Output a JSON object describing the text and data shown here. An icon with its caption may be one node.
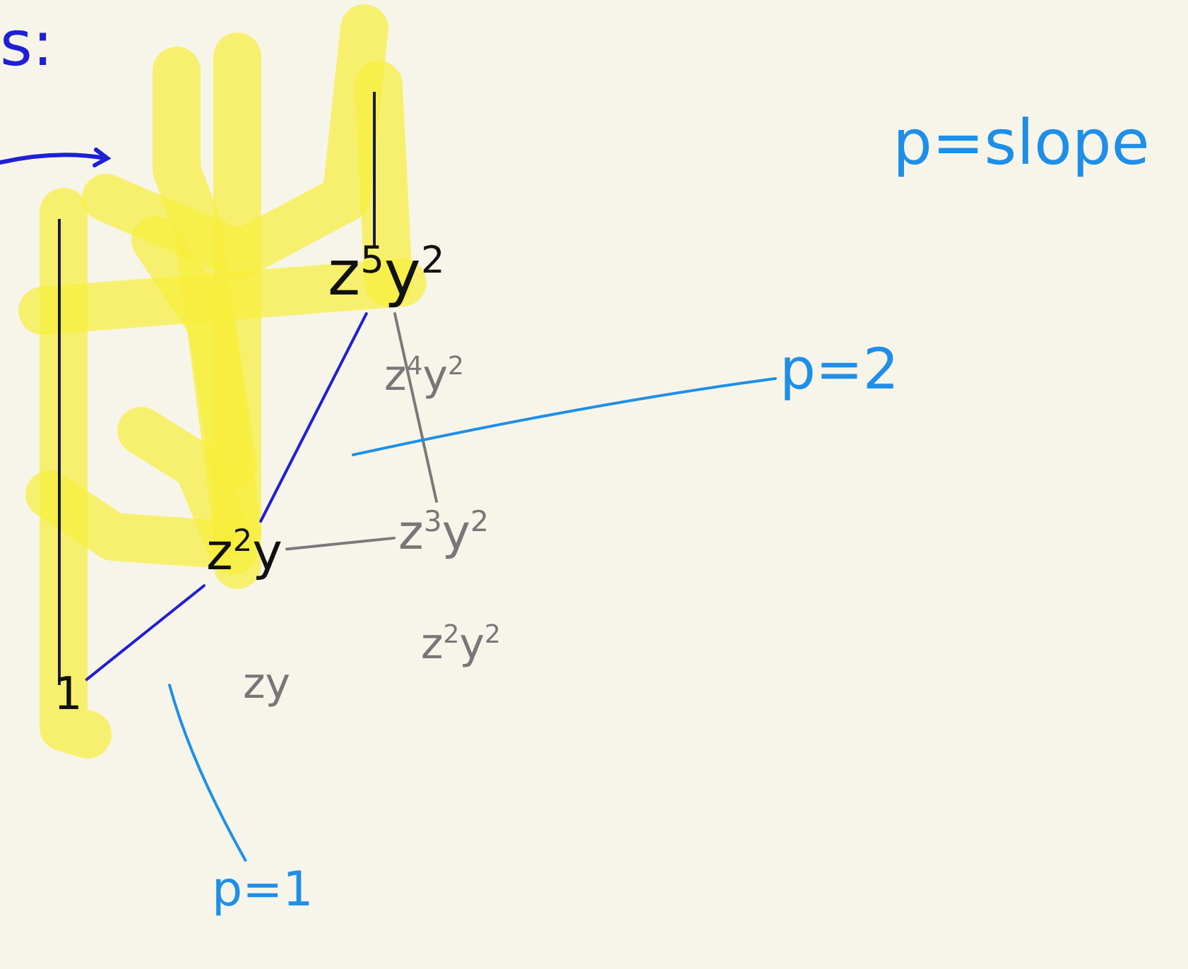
{
  "diagram": {
    "nodes": [
      {
        "text": [
          "z$^{5}$y$^{2}$"
        ]
      },
      {
        "text": [
          "p=2"
        ]
      },
      {
        "text": [
          "z$^{2}$y"
        ]
      },
      {
        "text": [
          "z$^{3}$y$^{2}$"
        ]
      },
      {
        "text": [
          "1"
        ]
      },
      {
        "text": [
          "p=1"
        ]
      }
    ],
    "edges": [
      {
        "from": 4,
        "to": 2,
        "arrow": "none",
        "color": "#1f1fd6"
      },
      {
        "from": 2,
        "to": 0,
        "arrow": "none",
        "color": "#1f1fd6"
      },
      {
        "from": 0,
        "to": 3,
        "arrow": "none",
        "color": "#7a7a7a"
      },
      {
        "from": 2,
        "to": 3,
        "arrow": "none",
        "color": "#7a7a7a"
      },
      {
        "from": 1,
        "to": null,
        "arrow": "none",
        "color": "#1e8fe8"
      },
      {
        "from": 5,
        "to": null,
        "arrow": "none",
        "color": "#1e8fe8"
      }
    ],
    "labels": [
      "s:",
      "p=slope",
      "z$^{4}$y$^{2}$",
      "zy",
      "z$^{2}$y$^{2}$"
    ]
  }
}
